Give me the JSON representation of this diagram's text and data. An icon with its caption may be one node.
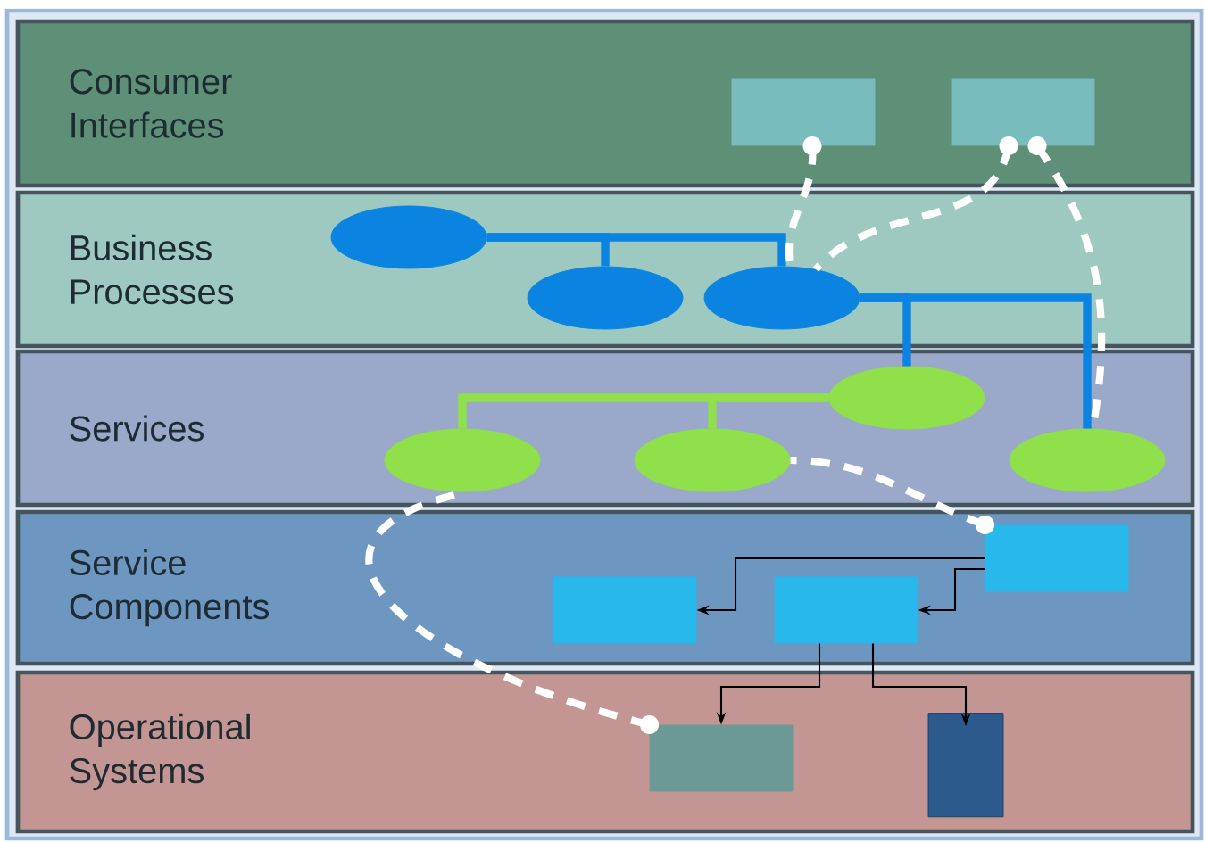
{
  "diagram": {
    "nodes": [
      {
        "text": [
          "Consumer Interfaces"
        ]
      },
      {
        "text": [
          "Business Processes"
        ]
      },
      {
        "text": [
          "Services"
        ]
      },
      {
        "text": [
          "Service Components"
        ]
      },
      {
        "text": [
          "Operational Systems"
        ]
      },
      {
        "text": [],
        "shape": "box",
        "in": 0
      },
      {
        "text": [],
        "shape": "box",
        "in": 0
      },
      {
        "text": [],
        "shape": "ellipse",
        "in": 1
      },
      {
        "text": [],
        "shape": "ellipse",
        "in": 1
      },
      {
        "text": [],
        "shape": "ellipse",
        "in": 1
      },
      {
        "text": [],
        "shape": "ellipse",
        "in": 2
      },
      {
        "text": [],
        "shape": "ellipse",
        "in": 2
      },
      {
        "text": [],
        "shape": "ellipse",
        "in": 2
      },
      {
        "text": [],
        "shape": "ellipse",
        "in": 2
      },
      {
        "text": [],
        "shape": "box",
        "in": 3
      },
      {
        "text": [],
        "shape": "box",
        "in": 3
      },
      {
        "text": [],
        "shape": "box",
        "in": 3
      },
      {
        "text": [],
        "shape": "box",
        "in": 4
      },
      {
        "text": [],
        "shape": "cylinder",
        "in": 4
      }
    ],
    "edges": [
      {
        "from": 7,
        "to": 8,
        "arrow": "none",
        "color": "#0a84e0"
      },
      {
        "from": 7,
        "to": 9,
        "arrow": "none",
        "color": "#0a84e0"
      },
      {
        "from": 9,
        "to": 10,
        "arrow": "none",
        "color": "#0a84e0"
      },
      {
        "from": 9,
        "to": 13,
        "arrow": "none",
        "color": "#0a84e0"
      },
      {
        "from": 10,
        "to": 11,
        "arrow": "none",
        "color": "#8fe04a"
      },
      {
        "from": 10,
        "to": 12,
        "arrow": "none",
        "color": "#8fe04a"
      },
      {
        "from": 14,
        "to": 15,
        "arrow": "to",
        "color": "#000000"
      },
      {
        "from": 14,
        "to": 16,
        "arrow": "to",
        "color": "#000000"
      },
      {
        "from": 16,
        "to": 17,
        "arrow": "to",
        "color": "#000000"
      },
      {
        "from": 16,
        "to": 18,
        "arrow": "to",
        "color": "#000000"
      },
      {
        "from": 5,
        "to": 9,
        "arrow": "other",
        "style": "dashed",
        "color": "#ffffff"
      },
      {
        "from": 6,
        "to": 9,
        "arrow": "other",
        "style": "dashed",
        "color": "#ffffff"
      },
      {
        "from": 6,
        "to": 13,
        "arrow": "other",
        "style": "dashed",
        "color": "#ffffff"
      },
      {
        "from": 14,
        "to": 12,
        "arrow": "other",
        "style": "dashed",
        "color": "#ffffff"
      },
      {
        "from": 17,
        "to": 11,
        "arrow": "other",
        "style": "dashed",
        "color": "#ffffff"
      }
    ]
  }
}
